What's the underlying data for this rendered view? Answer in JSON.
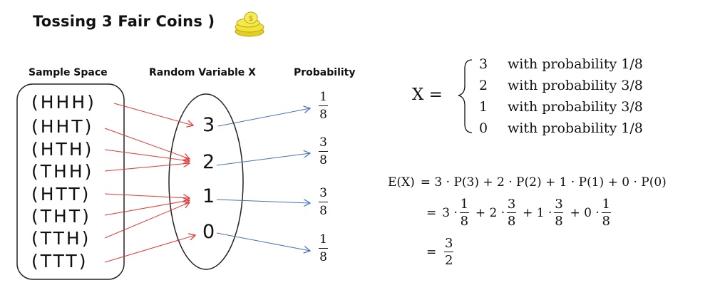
{
  "title": "Tossing 3 Fair Coins )",
  "headers": {
    "sample_space": "Sample Space",
    "random_variable": "Random Variable X",
    "probability": "Probability"
  },
  "outcomes": [
    "(HHH)",
    "(HHT)",
    "(HTH)",
    "(THH)",
    "(HTT)",
    "(THT)",
    "(TTH)",
    "(TTT)"
  ],
  "x_values": [
    "3",
    "2",
    "1",
    "0"
  ],
  "probabilities": [
    {
      "num": "1",
      "den": "8"
    },
    {
      "num": "3",
      "den": "8"
    },
    {
      "num": "3",
      "den": "8"
    },
    {
      "num": "1",
      "den": "8"
    }
  ],
  "colors": {
    "outcome_arrow": "#e53935",
    "probability_arrow": "#4472c4",
    "coin": "#f2e23a"
  },
  "icons": {
    "title_icon": "coins-icon"
  },
  "definition": {
    "lhs": "X =",
    "cases": [
      {
        "value": "3",
        "text": "with probability 1/8"
      },
      {
        "value": "2",
        "text": "with probability 3/8"
      },
      {
        "value": "1",
        "text": "with probability 3/8"
      },
      {
        "value": "0",
        "text": "with probability 1/8"
      }
    ]
  },
  "expectation": {
    "line1_lhs": "E(X)",
    "line1_rhs": "= 3 · P(3) + 2 · P(2) + 1 · P(1) + 0 · P(0)",
    "eq": "=",
    "line2": [
      {
        "coef": "3 ·",
        "num": "1",
        "den": "8"
      },
      {
        "coef": "+ 2 ·",
        "num": "3",
        "den": "8"
      },
      {
        "coef": "+ 1 ·",
        "num": "3",
        "den": "8"
      },
      {
        "coef": "+ 0 ·",
        "num": "1",
        "den": "8"
      }
    ],
    "result": {
      "num": "3",
      "den": "2"
    }
  }
}
